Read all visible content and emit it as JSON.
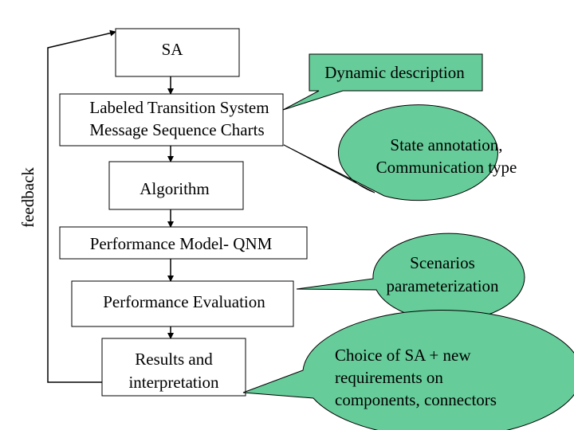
{
  "flow": {
    "sa": "SA",
    "lts": "Labeled Transition System",
    "msc": "Message Sequence Charts",
    "algorithm": "Algorithm",
    "perf_model": "Performance Model- QNM",
    "perf_eval": "Performance Evaluation",
    "results_line1": "Results and",
    "results_line2": "interpretation"
  },
  "feedback_label": "feedback",
  "callouts": {
    "dynamic": "Dynamic description",
    "state_line1": "State annotation,",
    "state_line2": "Communication type",
    "scen_line1": "Scenarios",
    "scen_line2": "parameterization",
    "choice_line1": "Choice of SA + new",
    "choice_line2": "requirements on",
    "choice_line3": "components, connectors"
  },
  "colors": {
    "bubble_fill": "#66cc99",
    "box_border": "#000000",
    "arrow": "#000000"
  }
}
